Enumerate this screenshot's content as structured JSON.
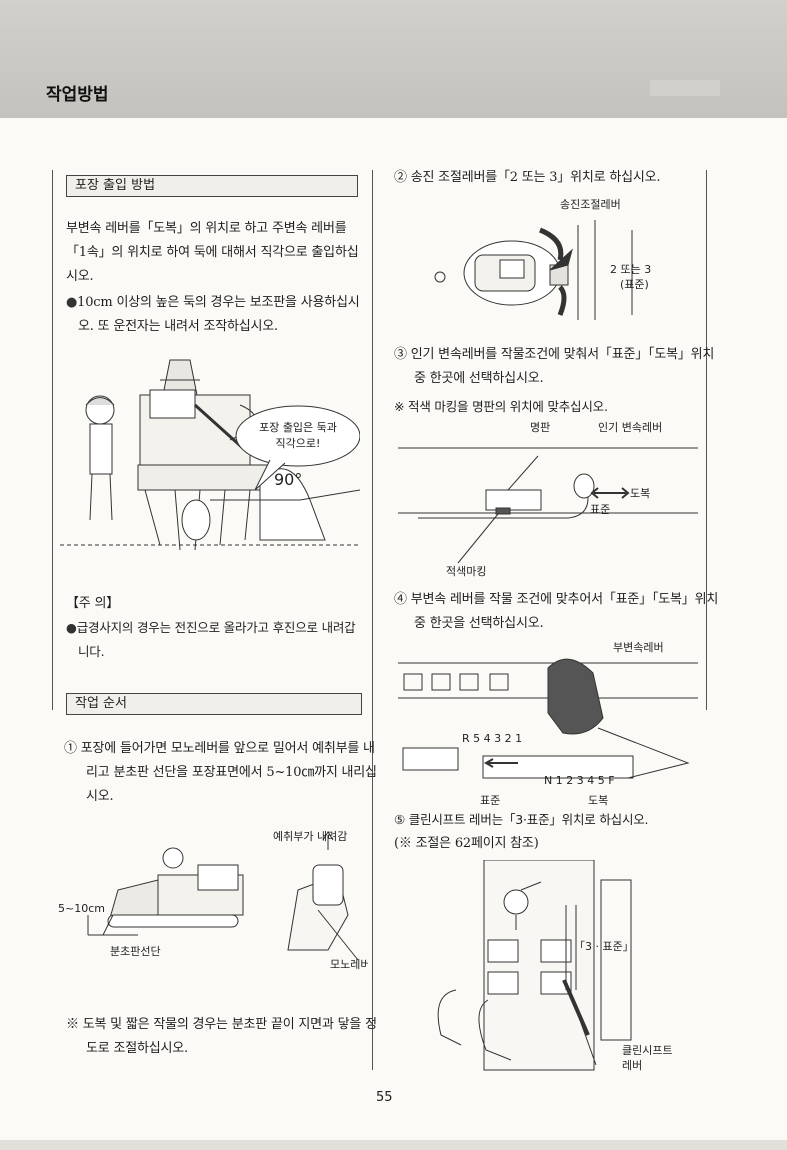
{
  "header": {
    "title": "작업방법"
  },
  "left": {
    "field_entry": {
      "title": "포장 출입 방법",
      "para1": "부변속 레버를「도복」의 위치로 하고 주변속 레버를「1속」의 위치로 하여 둑에 대해서 직각으로 출입하십시오.",
      "bullet1": "10cm 이상의 높은 둑의 경우는 보조판을 사용하십시오. 또 운전자는 내려서 조작하십시오.",
      "balloon_line1": "포장 출입은 둑과",
      "balloon_line2": "직각으로!",
      "angle_label": "90°"
    },
    "caution": {
      "heading": "【주  의】",
      "bullet": "급경사지의 경우는 전진으로 올라가고 후진으로 내려갑니다."
    },
    "work_order": {
      "title": "작업 순서",
      "step1": "① 포장에 들어가면 모노레버를 앞으로 밀어서 예취부를 내리고 분초판 선단을 포장표면에서 5~10㎝까지 내리십시오.",
      "fig_label_lower": "예취부가 내려감",
      "fig_label_height": "5~10cm",
      "fig_label_tip": "분초판선단",
      "fig_label_lever": "모노레버",
      "note": "※ 도복 및 짧은 작물의 경우는 분초판 끝이 지면과 닿을 정도로 조절하십시오."
    }
  },
  "right": {
    "step2": "② 송진 조절레버를「2 또는 3」위치로 하십시오.",
    "fig2": {
      "lever_label": "송진조절레버",
      "pos_label_1": "2 또는 3",
      "pos_label_2": "(표준)"
    },
    "step3": "③ 인기 변속레버를 작물조건에 맞춰서「표준」「도복」위치 중 한곳에 선택하십시오.",
    "step3_note": "※ 적색 마킹을 명판의 위치에 맞추십시오.",
    "fig3": {
      "plate_label": "명판",
      "lever_label": "인기 변속레버",
      "lodged_label": "도복",
      "standard_label": "표준",
      "mark_label": "적색마킹"
    },
    "step4": "④ 부변속 레버를 작물 조건에 맞추어서「표준」「도복」위치 중 한곳을 선택하십시오.",
    "fig4": {
      "lever_label": "부변속레버",
      "gears_top": "R  5 4 3 2 1",
      "gears_bottom": "N 1 2 3 4 5 F",
      "standard_label": "표준",
      "lodged_label": "도복"
    },
    "step5": "⑤ 클린시프트 레버는「3·표준」위치로 하십시오.",
    "step5_note": "(※ 조절은 62페이지 참조)",
    "fig5": {
      "pos_label": "「3 · 표준」",
      "lever_label_1": "클린시프트",
      "lever_label_2": "레버"
    }
  },
  "footer": {
    "page_number": "55"
  }
}
